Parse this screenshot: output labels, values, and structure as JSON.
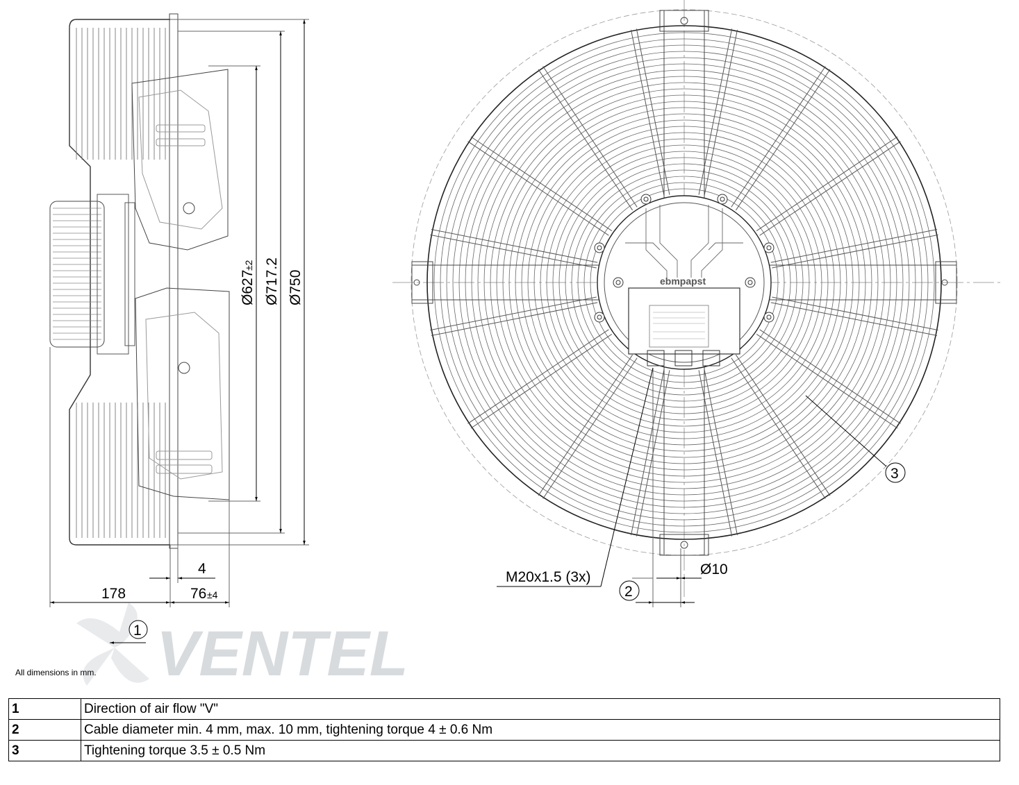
{
  "dimensions": {
    "d627": "Ø627",
    "d627_tol": "±2",
    "d717": "Ø717.2",
    "d750": "Ø750",
    "w4": "4",
    "w178": "178",
    "w76": "76",
    "w76_tol": "±4",
    "thread": "M20x1.5 (3x)",
    "d10": "Ø10"
  },
  "callouts": {
    "c1": "1",
    "c2": "2",
    "c3": "3"
  },
  "brand_plate": "ebmpapst",
  "watermark_text": "VENTEL",
  "note": "All dimensions in mm.",
  "legend": [
    {
      "num": "1",
      "text": "Direction of air flow \"V\""
    },
    {
      "num": "2",
      "text": "Cable diameter min. 4 mm, max. 10 mm, tightening torque 4 ± 0.6 Nm"
    },
    {
      "num": "3",
      "text": "Tightening torque 3.5 ± 0.5 Nm"
    }
  ]
}
